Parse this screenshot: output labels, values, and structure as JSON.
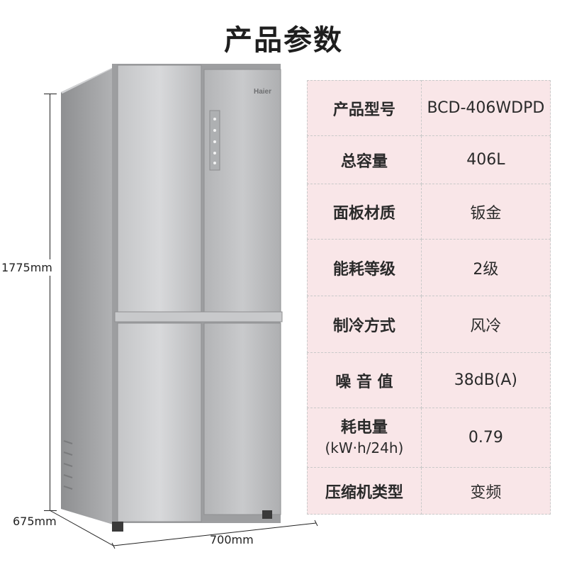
{
  "header": {
    "title": "产品参数"
  },
  "dimensions": {
    "height": "1775mm",
    "depth": "675mm",
    "width": "700mm"
  },
  "product_image": {
    "brand_logo": "Haier",
    "icon": "refrigerator-icon"
  },
  "specs": [
    {
      "label": "产品型号",
      "value": "BCD-406WDPD"
    },
    {
      "label": "总容量",
      "value": "406L"
    },
    {
      "label": "面板材质",
      "value": "钣金"
    },
    {
      "label": "能耗等级",
      "value": "2级"
    },
    {
      "label": "制冷方式",
      "value": "风冷"
    },
    {
      "label": "噪 音 值",
      "value": "38dB(A)"
    },
    {
      "label": "耗电量",
      "label2": "(kW·h/24h)",
      "value": "0.79"
    },
    {
      "label": "压缩机类型",
      "value": "变频"
    }
  ]
}
